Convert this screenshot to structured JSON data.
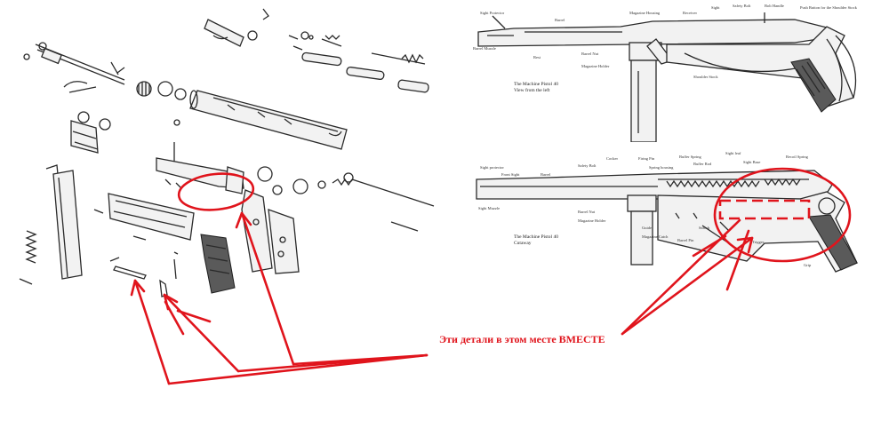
{
  "annotation": "Эти детали в этом месте ВМЕСТЕ",
  "colors": {
    "annotation_red": "#e0141c",
    "ink": "#2a2a2a",
    "background": "#ffffff"
  },
  "left_view": {
    "caption_line1": "The Machine Pistol 40",
    "caption_line2": "View from the left",
    "labels": {
      "sight_protector": "Sight Protector",
      "barrel": "Barrel",
      "magazine_housing": "Magazine Housing",
      "receiver": "Receiver",
      "sight": "Sight",
      "safety_bolt": "Safety Bolt",
      "bolt_handle": "Bolt Handle",
      "push_button": "Push Button for the Shoulder Stock",
      "barrel_muzzle": "Barrel Muzzle",
      "rest": "Rest",
      "barrel_nut": "Barrel Nut",
      "magazine_holder": "Magazine Holder",
      "shoulder_stock": "Shoulder Stock"
    }
  },
  "cutaway_view": {
    "caption_line1": "The Machine Pistol 40",
    "caption_line2": "Cutaway",
    "labels": {
      "sight_protector": "Sight protector",
      "front_sight": "Front Sight",
      "barrel": "Barrel",
      "safety_bolt": "Safety Bolt",
      "cocker": "Cocker",
      "firing_pin": "Firing Pin",
      "spring_housing": "Spring housing",
      "buffer_spring": "Buffer Spring",
      "buffer_rod": "Buffer Rod",
      "sight_leaf": "Sight leaf",
      "sight_base": "Sight Base",
      "recoil_spring": "Recoil Spring",
      "sight_muzzle": "Sight Muzzle",
      "barrel_nut": "Barrel Nut",
      "magazine_holder": "Magazine Holder",
      "guide": "Guide",
      "magazine_catch": "Magazine Catch",
      "barrel_pin": "Barrel Pin",
      "search": "Search",
      "trigger": "Trigger",
      "grip": "Grip"
    }
  }
}
